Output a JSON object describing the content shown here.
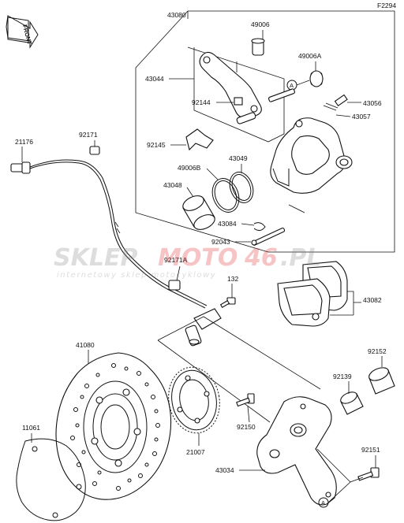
{
  "figure_ref": "F2294",
  "front_label": "FRONT",
  "watermark": {
    "brand_a": "SKLEP",
    "brand_b": "MOTO",
    "brand_c": "46",
    "brand_d": ".PL",
    "tagline": "internetowy sklep motocyklowy"
  },
  "parts": {
    "p43080": "43080",
    "p49006": "49006",
    "p49006A": "49006A",
    "p43044": "43044",
    "p92144": "92144",
    "p43056": "43056",
    "p43057": "43057",
    "p21176": "21176",
    "p92171": "92171",
    "p92145": "92145",
    "p43049": "43049",
    "p49006B": "49006B",
    "p43048": "43048",
    "p43084": "43084",
    "p92043": "92043",
    "p92171A": "92171A",
    "p132": "132",
    "p43082": "43082",
    "p41080": "41080",
    "p92152": "92152",
    "p92139": "92139",
    "p11061": "11061",
    "p92150": "92150",
    "p21007": "21007",
    "p43034": "43034",
    "p92151": "92151"
  },
  "ref_marker": "A"
}
